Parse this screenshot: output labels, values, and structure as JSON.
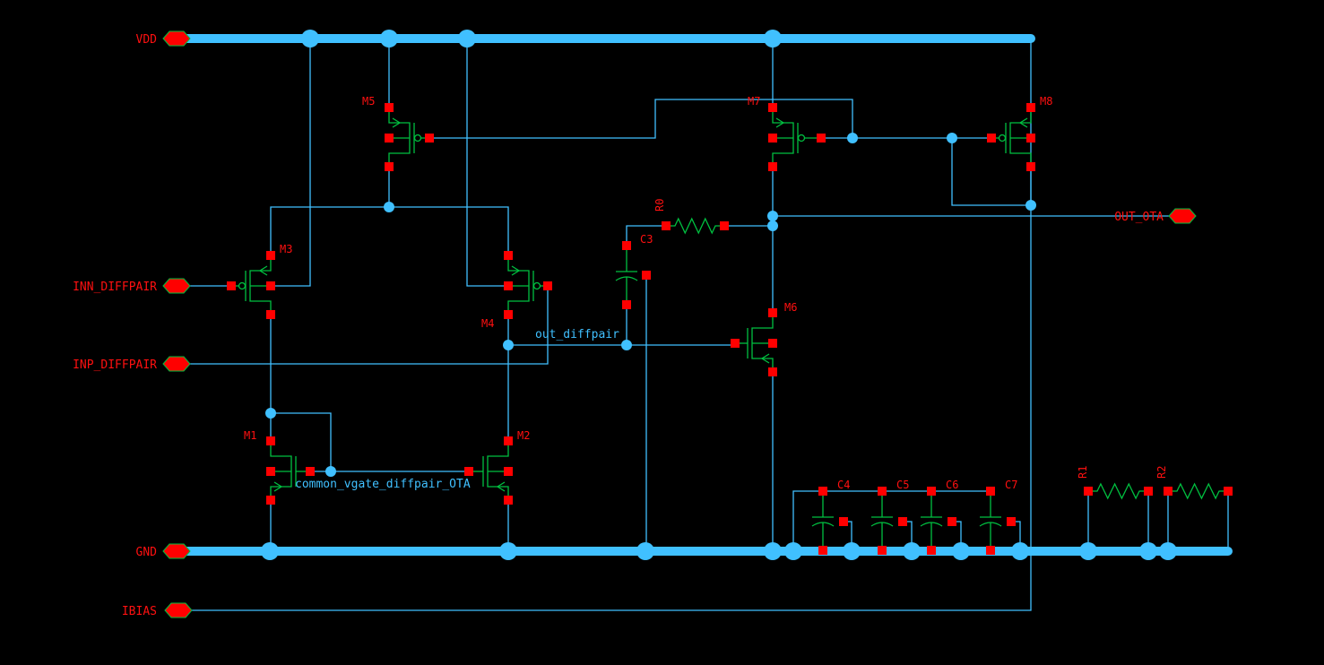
{
  "colors": {
    "wire": "#40c0ff",
    "pin_fill": "#ff0000",
    "pin_edge": "#00c040",
    "device": "#00c040",
    "terminal": "#ff0000",
    "label": "#ff1010",
    "background": "#000000"
  },
  "pins": {
    "vdd": "VDD",
    "inn": "INN_DIFFPAIR",
    "inp": "INP_DIFFPAIR",
    "gnd": "GND",
    "ibias": "IBIAS",
    "out": "OUT_OTA"
  },
  "nets": {
    "out_diffpair": "out_diffpair",
    "common_gate": "common_vgate_diffpair_OTA"
  },
  "devices": {
    "m1": "M1",
    "m2": "M2",
    "m3": "M3",
    "m4": "M4",
    "m5": "M5",
    "m6": "M6",
    "m7": "M7",
    "m8": "M8",
    "r0": "R0",
    "r1": "R1",
    "r2": "R2",
    "c3": "C3",
    "c4": "C4",
    "c5": "C5",
    "c6": "C6",
    "c7": "C7"
  }
}
